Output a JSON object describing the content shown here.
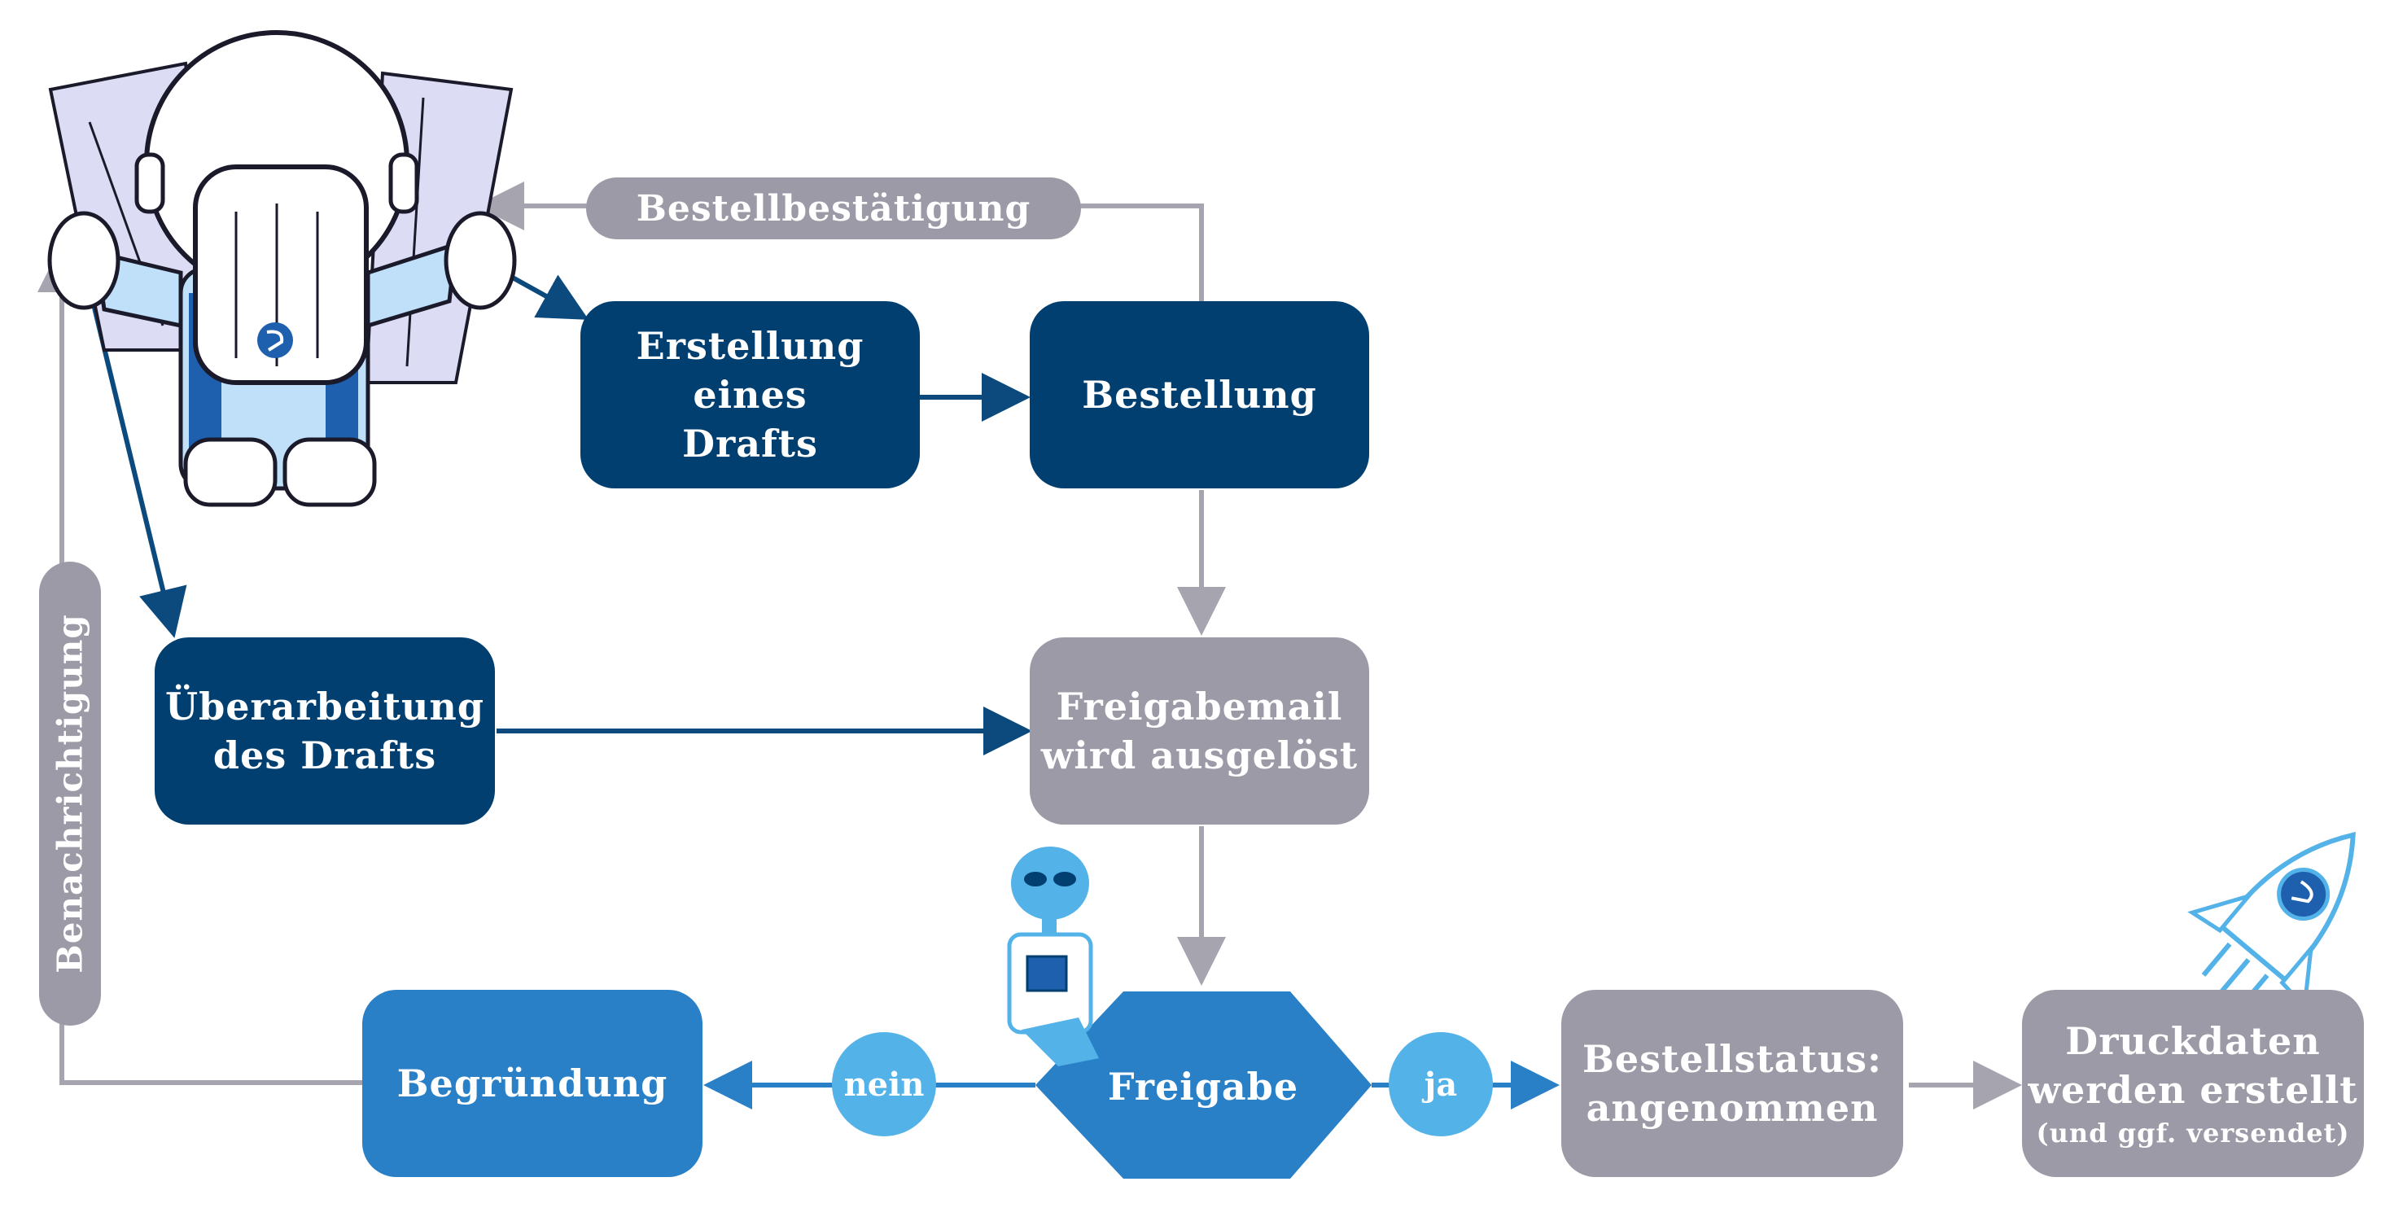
{
  "nodes": {
    "erstellung": {
      "lines": [
        "Erstellung",
        "eines",
        "Drafts"
      ]
    },
    "bestellung": {
      "lines": [
        "Bestellung"
      ]
    },
    "ueberarbeitung": {
      "lines": [
        "Überarbeitung",
        "des Drafts"
      ]
    },
    "freigabemail": {
      "lines": [
        "Freigabemail",
        "wird ausgelöst"
      ]
    },
    "freigabe": {
      "label": "Freigabe"
    },
    "begruendung": {
      "lines": [
        "Begründung"
      ]
    },
    "bestellstatus": {
      "lines": [
        "Bestellstatus:",
        "angenommen"
      ]
    },
    "druckdaten": {
      "lines": [
        "Druckdaten",
        "werden erstellt"
      ],
      "note": "(und ggf. versendet)"
    }
  },
  "edge_labels": {
    "bestellbestaetigung": "Bestellbestätigung",
    "benachrichtigung": "Benachrichtigung",
    "nein": "nein",
    "ja": "ja"
  },
  "illustrations": {
    "astronaut": "astronaut-holding-map-icon",
    "alien": "alien-figure-icon",
    "rocket": "rocket-icon"
  },
  "colors": {
    "dark_blue": "#003f6f",
    "mid_blue": "#2a80c6",
    "light_blue": "#53b2e8",
    "grey": "#9b9aa6",
    "arrow_blue": "#0c4a7e",
    "arrow_grey": "#a6a5af"
  }
}
